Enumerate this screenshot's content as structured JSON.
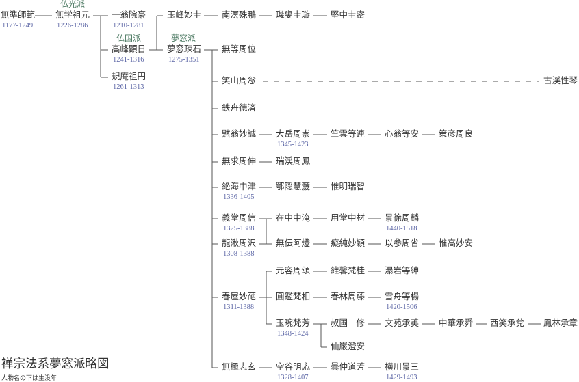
{
  "title": "禅宗法系夢窓派略図",
  "subtitle": "人物名の下は生没年",
  "schools": {
    "bukko": "仏光派",
    "bukkoku": "仏国派",
    "muso": "夢窓派"
  },
  "people": {
    "mujun": {
      "name": "無準師範",
      "years": "1177-1249"
    },
    "mugaku": {
      "name": "無学祖元",
      "years": "1226-1286"
    },
    "ikkou": {
      "name": "一翁院豪",
      "years": "1210-1281"
    },
    "kouhou": {
      "name": "高峰顕日",
      "years": "1241-1316"
    },
    "kian": {
      "name": "規庵祖円",
      "years": "1261-1313"
    },
    "gyokuho": {
      "name": "玉峰妙圭"
    },
    "muso": {
      "name": "夢窓疎石",
      "years": "1275-1351"
    },
    "nanmei": {
      "name": "南溟殊鵬"
    },
    "kisou": {
      "name": "璣叟圭璇"
    },
    "kenchu": {
      "name": "堅中圭密"
    },
    "muto": {
      "name": "無等周位"
    },
    "shozan": {
      "name": "笑山周忩"
    },
    "kokei": {
      "name": "古渓性琴"
    },
    "tesshu": {
      "name": "鉄舟徳済"
    },
    "mokuo": {
      "name": "黙翁妙誠"
    },
    "taigaku": {
      "name": "大岳周崇",
      "years": "1345-1423"
    },
    "chikuun": {
      "name": "竺雲等連"
    },
    "shino": {
      "name": "心翁等安"
    },
    "sakugen": {
      "name": "策彦周良"
    },
    "mugu": {
      "name": "無求周伸"
    },
    "zuikei": {
      "name": "瑞渓周鳳"
    },
    "zekkai": {
      "name": "絶海中津",
      "years": "1336-1405"
    },
    "ein": {
      "name": "鄂隠慧奯"
    },
    "imei": {
      "name": "惟明瑞智"
    },
    "gido": {
      "name": "義堂周信",
      "years": "1325-1388"
    },
    "ryushu": {
      "name": "龍湫周沢",
      "years": "1308-1388"
    },
    "zaichu": {
      "name": "在中中淹"
    },
    "yodo": {
      "name": "用堂中材"
    },
    "keijo": {
      "name": "景徐周麟",
      "years": "1440-1518"
    },
    "muden": {
      "name": "無伝阿燈"
    },
    "chijun": {
      "name": "癡純妙穎"
    },
    "isan": {
      "name": "以参周省"
    },
    "ikou": {
      "name": "惟高妙安"
    },
    "shunoku": {
      "name": "春屋妙葩",
      "years": "1311-1388"
    },
    "genyo": {
      "name": "元容周頌"
    },
    "ikei": {
      "name": "維馨梵桂"
    },
    "rangan": {
      "name": "瀑岩等紳"
    },
    "enkan": {
      "name": "圓鑑梵相"
    },
    "shunrin": {
      "name": "春林周藤"
    },
    "sesshu": {
      "name": "雪舟等楊",
      "years": "1420-1506"
    },
    "gyokuen": {
      "name": "玉畹梵芳",
      "years": "1348-1424"
    },
    "shukuen": {
      "name": "叔圃　修"
    },
    "bunen": {
      "name": "文苑承英"
    },
    "chuka": {
      "name": "中華承舜"
    },
    "seisho": {
      "name": "西笑承兌"
    },
    "horin": {
      "name": "鳳林承章"
    },
    "sengan": {
      "name": "仙巌澄安"
    },
    "muku": {
      "name": "無極志玄"
    },
    "kukoku": {
      "name": "空谷明応",
      "years": "1328-1407"
    },
    "donchu": {
      "name": "曇仲道芳"
    },
    "yokogawa": {
      "name": "横川景三",
      "years": "1429-1493"
    }
  }
}
